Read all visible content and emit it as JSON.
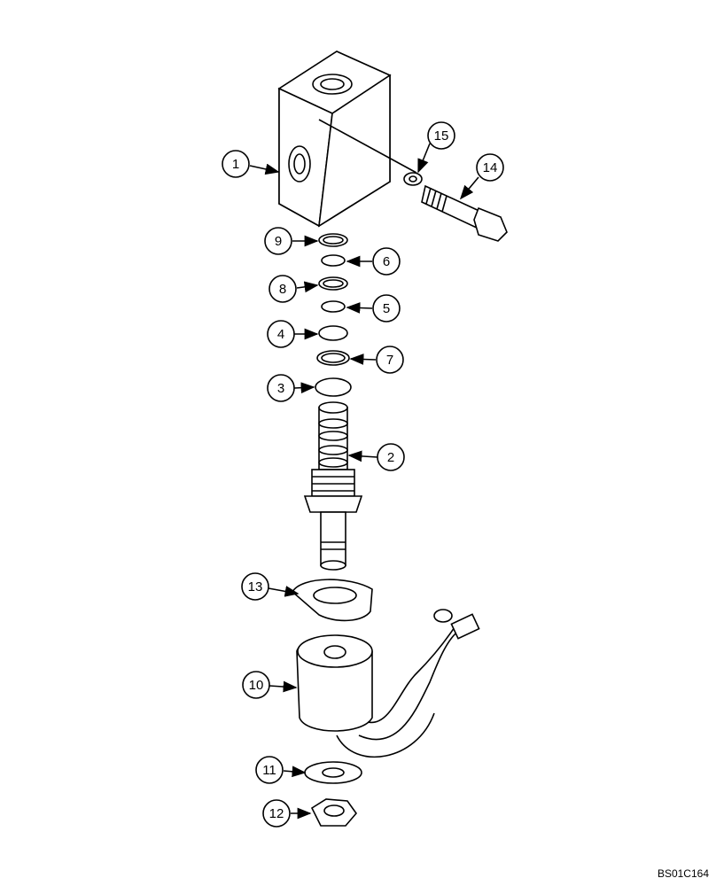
{
  "diagram": {
    "reference_code": "BS01C164",
    "callouts": [
      "1",
      "2",
      "3",
      "4",
      "5",
      "6",
      "7",
      "8",
      "9",
      "10",
      "11",
      "12",
      "13",
      "14",
      "15"
    ]
  },
  "colors": {
    "line": "#000000",
    "background": "#ffffff",
    "shade": "#d9d9d9"
  }
}
